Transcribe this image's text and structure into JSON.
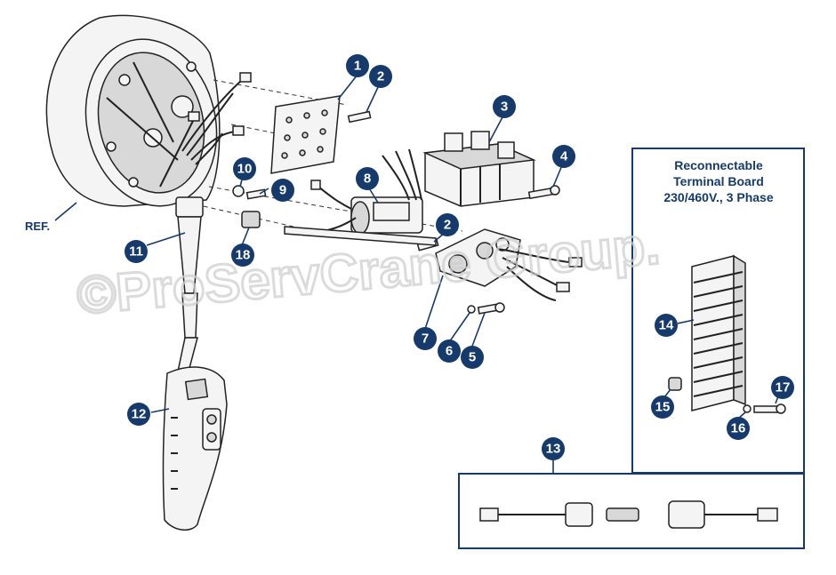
{
  "watermark": "©ProServCrane Group.",
  "ref_label": "REF.",
  "terminal_box": {
    "title_line1": "Reconnectable",
    "title_line2": "Terminal Board",
    "title_line3": "230/460V., 3 Phase"
  },
  "callouts": {
    "c1": "1",
    "c2a": "2",
    "c2b": "2",
    "c3": "3",
    "c4": "4",
    "c5": "5",
    "c6": "6",
    "c7": "7",
    "c8": "8",
    "c9": "9",
    "c10": "10",
    "c11": "11",
    "c12": "12",
    "c13": "13",
    "c14": "14",
    "c15": "15",
    "c16": "16",
    "c17": "17",
    "c18": "18"
  },
  "colors": {
    "callout": "#163a6b",
    "frame": "#163a6b",
    "line": "#222222"
  }
}
